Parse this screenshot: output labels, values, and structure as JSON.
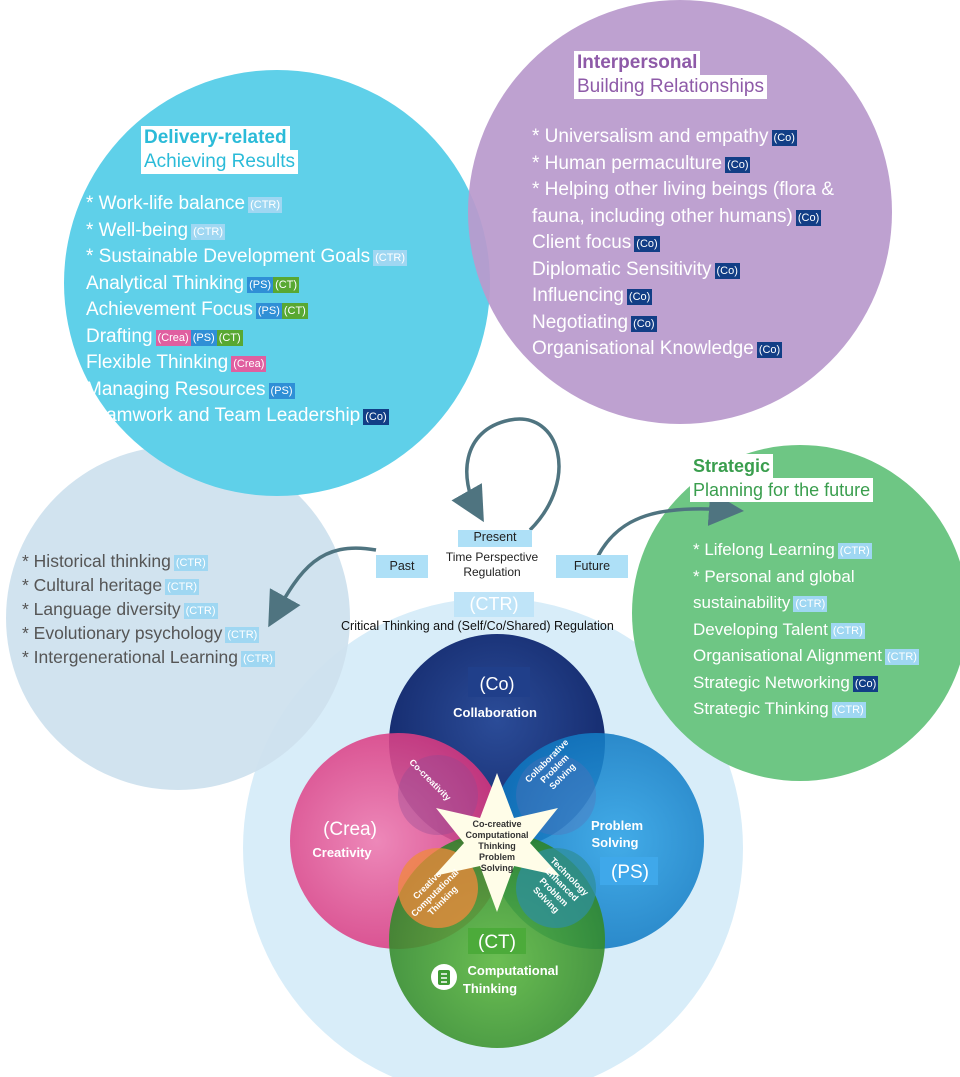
{
  "delivery": {
    "title": "Delivery-related",
    "subtitle": "Achieving Results",
    "items": [
      {
        "text": "* Work-life balance",
        "tags": [
          "(CTR)"
        ]
      },
      {
        "text": "* Well-being",
        "tags": [
          "(CTR)"
        ]
      },
      {
        "text": "* Sustainable Development Goals",
        "tags": [
          "(CTR)"
        ]
      },
      {
        "text": "Analytical Thinking",
        "tags": [
          "(PS)",
          "(CT)"
        ]
      },
      {
        "text": "Achievement Focus",
        "tags": [
          "(PS)",
          "(CT)"
        ]
      },
      {
        "text": "Drafting",
        "tags": [
          "(Crea)",
          "(PS)",
          "(CT)"
        ]
      },
      {
        "text": "Flexible Thinking",
        "tags": [
          "(Crea)"
        ]
      },
      {
        "text": "Managing Resources",
        "tags": [
          "(PS)"
        ]
      },
      {
        "text": "Teamwork and Team Leadership",
        "tags": [
          "(Co)"
        ]
      }
    ]
  },
  "interpersonal": {
    "title": "Interpersonal",
    "subtitle": "Building Relationships",
    "items": [
      {
        "text": "* Universalism and empathy",
        "tags": [
          "(Co)"
        ]
      },
      {
        "text": "* Human permaculture",
        "tags": [
          "(Co)"
        ]
      },
      {
        "text": "* Helping other living beings (flora &",
        "tags": []
      },
      {
        "text": "fauna, including other humans)",
        "tags": [
          "(Co)"
        ]
      },
      {
        "text": "Client focus",
        "tags": [
          "(Co)"
        ]
      },
      {
        "text": "Diplomatic Sensitivity",
        "tags": [
          "(Co)"
        ]
      },
      {
        "text": "Influencing",
        "tags": [
          "(Co)"
        ]
      },
      {
        "text": "Negotiating",
        "tags": [
          "(Co)"
        ]
      },
      {
        "text": "Organisational Knowledge",
        "tags": [
          "(Co)"
        ]
      }
    ]
  },
  "strategic": {
    "title": "Strategic",
    "subtitle": "Planning for the future",
    "items": [
      {
        "text": "* Lifelong Learning",
        "tags": [
          "(CTR)"
        ]
      },
      {
        "text": "* Personal and global",
        "tags": []
      },
      {
        "text": "sustainability",
        "tags": [
          "(CTR)"
        ]
      },
      {
        "text": "Developing Talent",
        "tags": [
          "(CTR)"
        ]
      },
      {
        "text": "Organisational Alignment",
        "tags": [
          "(CTR)"
        ]
      },
      {
        "text": "Strategic Networking",
        "tags": [
          "(Co)"
        ]
      },
      {
        "text": "Strategic Thinking",
        "tags": [
          "(CTR)"
        ]
      }
    ]
  },
  "past_items": [
    {
      "text": "* Historical thinking",
      "tags": [
        "(CTR)"
      ]
    },
    {
      "text": "* Cultural heritage",
      "tags": [
        "(CTR)"
      ]
    },
    {
      "text": "* Language diversity",
      "tags": [
        "(CTR)"
      ]
    },
    {
      "text": "* Evolutionary psychology",
      "tags": [
        "(CTR)"
      ]
    },
    {
      "text": "* Intergenerational Learning",
      "tags": [
        "(CTR)"
      ]
    }
  ],
  "time": {
    "present": "Present",
    "past": "Past",
    "future": "Future",
    "center_line1": "Time Perspective",
    "center_line2": "Regulation"
  },
  "ctr": {
    "code": "(CTR)",
    "label": "Critical Thinking and (Self/Co/Shared) Regulation"
  },
  "venn": {
    "co_code": "(Co)",
    "co_label": "Collaboration",
    "crea_code": "(Crea)",
    "crea_label": "Creativity",
    "ps_code": "(PS)",
    "ps_label_1": "Problem",
    "ps_label_2": "Solving",
    "ct_code": "(CT)",
    "ct_label_1": "Computational",
    "ct_label_2": "Thinking",
    "co_creativity": "Co-creativity",
    "collab_ps": [
      "Collaborative",
      "Problem",
      "Solving"
    ],
    "creative_ct": [
      "Creative",
      "Computational",
      "Thinking"
    ],
    "tech_ps": [
      "Technology",
      "Enhanced",
      "Problem",
      "Solving"
    ],
    "center": [
      "Co-creative",
      "Computational",
      "Thinking",
      "Problem",
      "Solving"
    ]
  },
  "colors": {
    "delivery": "#5fd0e9",
    "interpersonal": "#b99acc",
    "strategic": "#6ec684",
    "past": "#cfe2ee",
    "ctr_bg": "#d8edf9",
    "co": "#1f3c83",
    "crea": "#e3478f",
    "ps": "#1d8fd6",
    "ct": "#3f9b34",
    "arrow": "#4f7480"
  }
}
